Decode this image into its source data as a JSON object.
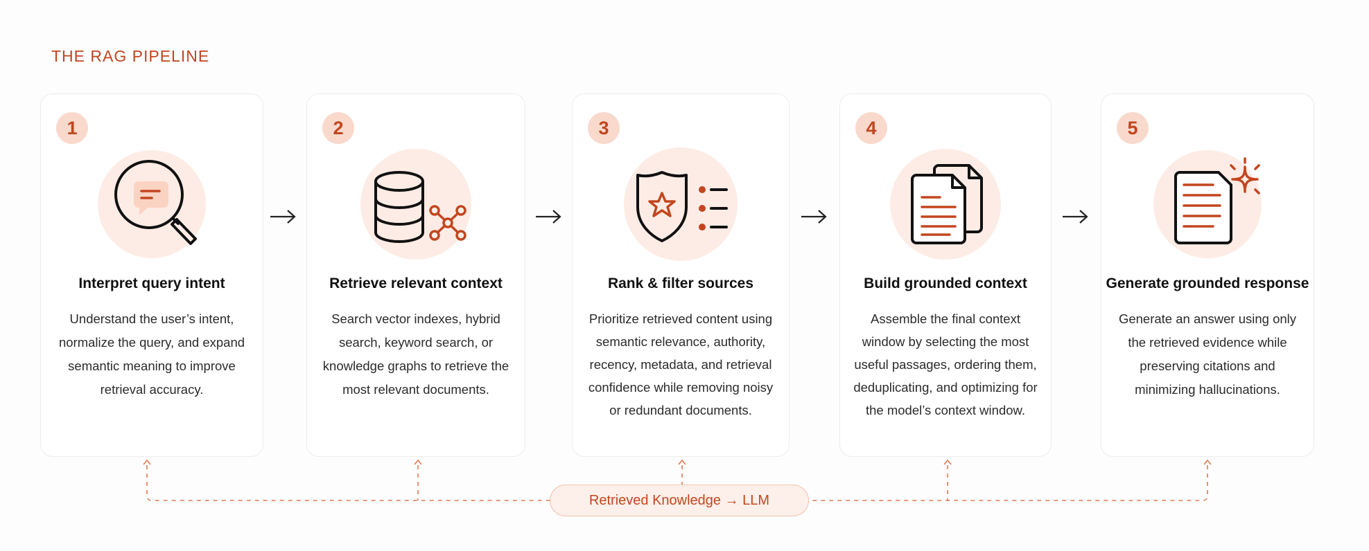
{
  "title": "THE RAG PIPELINE",
  "colors": {
    "accent": "#c2461f",
    "badge_bg": "#f9d9cc",
    "icon_halo": "#fdece5",
    "pill_bg": "#fdf0ea"
  },
  "steps": [
    {
      "number": "1",
      "icon": "magnifier-chat-icon",
      "title": "Interpret query intent",
      "description": "Understand the user’s intent, normalize the query, and expand semantic meaning to improve retrieval accuracy."
    },
    {
      "number": "2",
      "icon": "database-graph-icon",
      "title": "Retrieve relevant context",
      "description": "Search vector indexes, hybrid search, keyword search, or knowledge graphs to retrieve the most relevant documents."
    },
    {
      "number": "3",
      "icon": "shield-star-list-icon",
      "title": "Rank & filter sources",
      "description": "Prioritize retrieved content using semantic relevance, authority, recency, metadata, and retrieval confidence while removing noisy or redundant documents."
    },
    {
      "number": "4",
      "icon": "stacked-documents-icon",
      "title": "Build grounded context",
      "description": "Assemble the final context window by selecting the most useful passages, ordering them, deduplicating, and optimizing for the model’s context window."
    },
    {
      "number": "5",
      "icon": "document-sparkle-icon",
      "title": "Generate grounded response",
      "description": "Generate an answer using only the retrieved evidence while preserving citations and minimizing hallucinations."
    }
  ],
  "feedback_label": "Retrieved Knowledge → LLM"
}
